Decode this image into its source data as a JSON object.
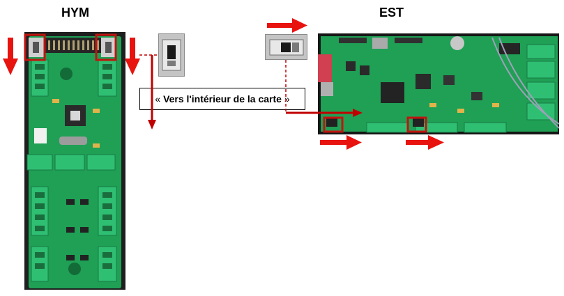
{
  "titles": {
    "left": "HYM",
    "right": "EST"
  },
  "callout": {
    "open_quote": "«",
    "text": "Vers l'intérieur de la carte",
    "close_quote": "»"
  },
  "colors": {
    "arrow": "#e8130f",
    "highlight_box": "#c0150f",
    "dashed_leader": "#c00000",
    "pcb_green": "#1fa055",
    "connector_green": "#2fbf73"
  },
  "icons": {
    "direction_arrow": "red-arrow-icon",
    "switch": "dip-switch-icon"
  }
}
